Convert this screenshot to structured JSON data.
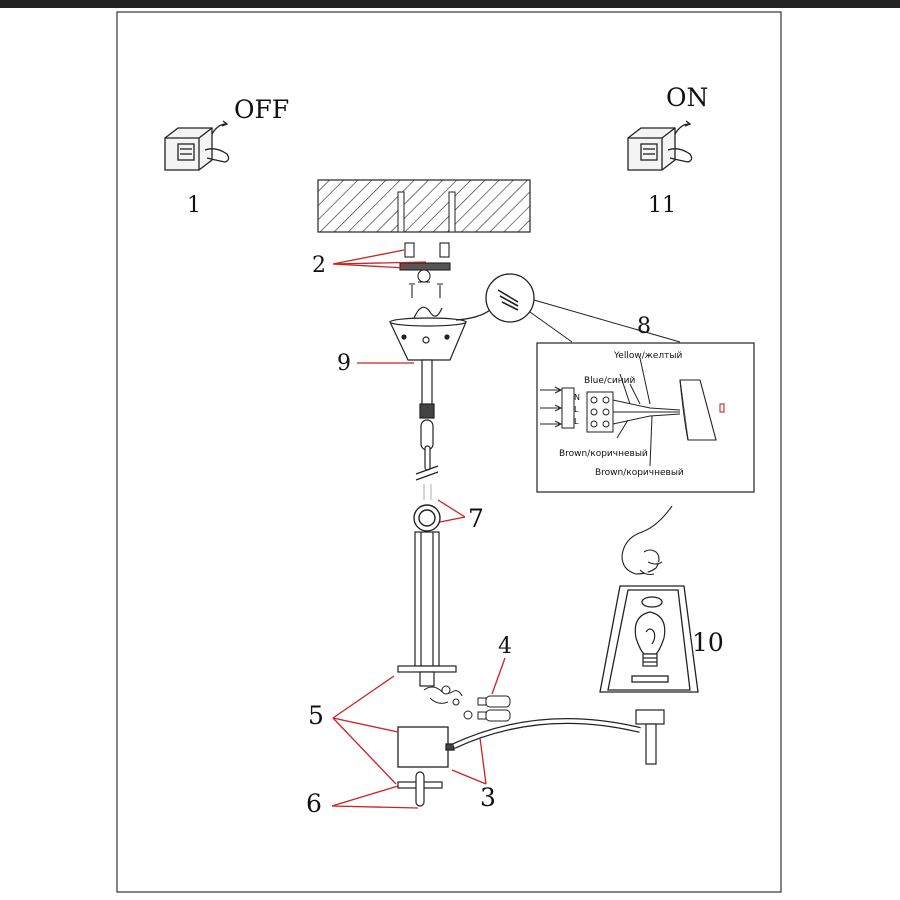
{
  "switch_off": {
    "state": "OFF",
    "step": "1"
  },
  "switch_on": {
    "state": "ON",
    "step": "11"
  },
  "steps": [
    "2",
    "3",
    "4",
    "5",
    "6",
    "7",
    "8",
    "9",
    "10"
  ],
  "wiring": {
    "yellow": "Yellow/желтый",
    "blue": "Blue/синий",
    "brown1": "Brown/коричневый",
    "brown2": "Brown/коричневый",
    "terminals": [
      "N",
      "L",
      "L"
    ]
  },
  "colors": {
    "callout_line": "#cc2222",
    "ink": "#111111"
  }
}
